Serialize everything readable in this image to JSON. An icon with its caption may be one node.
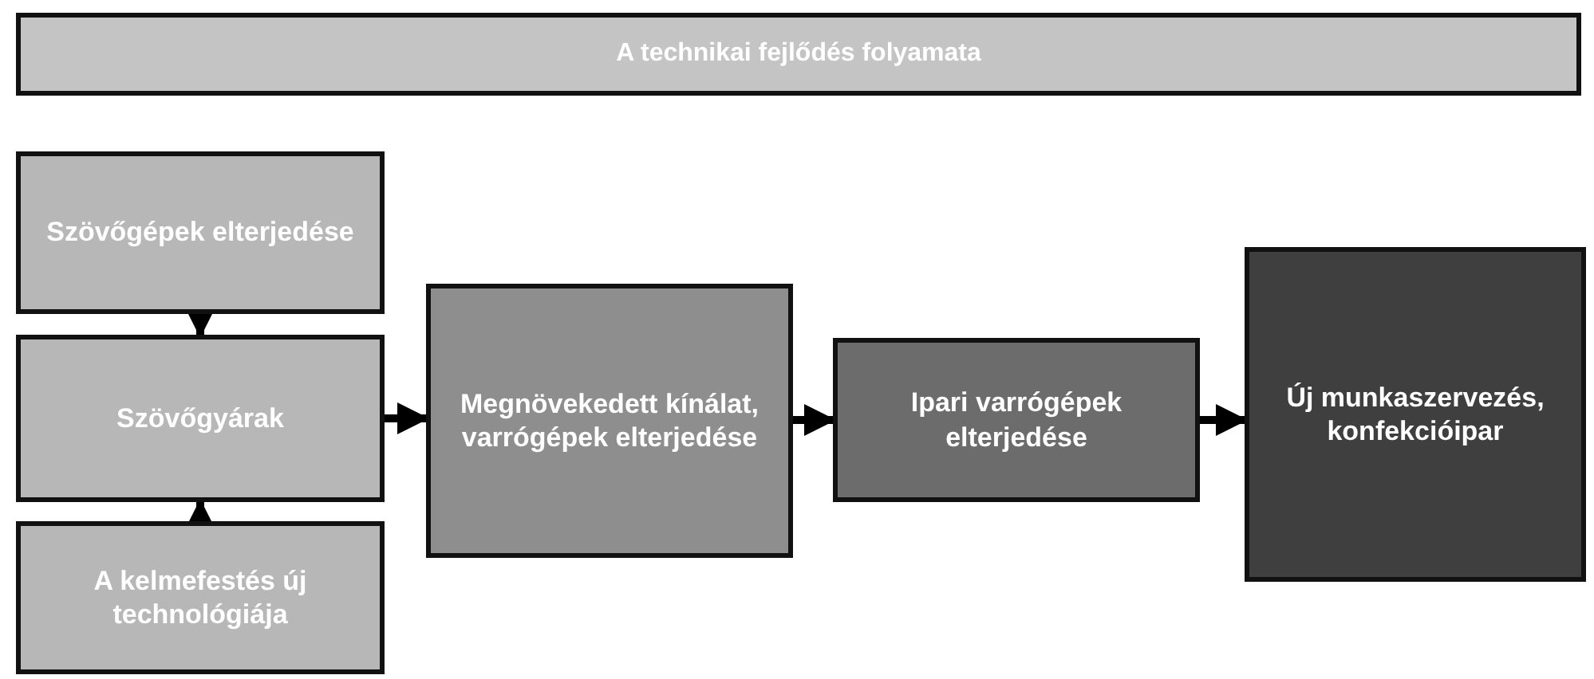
{
  "diagram": {
    "title": "A technikai fejlődés folyamata",
    "nodes": [
      {
        "text": [
          "Szövőgépek elterjedése"
        ]
      },
      {
        "text": [
          "Szövőgyárak"
        ]
      },
      {
        "text": [
          "A kelmefestés új technológiája"
        ]
      },
      {
        "text": [
          "Megnövekedett kínálat, varrógépek elterjedése"
        ]
      },
      {
        "text": [
          "Ipari varrógépek elterjedése"
        ]
      },
      {
        "text": [
          "Új munkaszervezés, konfekcióipar"
        ]
      }
    ],
    "edges": [
      {
        "from": 0,
        "to": 1,
        "arrow": "to"
      },
      {
        "from": 2,
        "to": 1,
        "arrow": "to"
      },
      {
        "from": 1,
        "to": 3,
        "arrow": "to"
      },
      {
        "from": 3,
        "to": 4,
        "arrow": "to"
      },
      {
        "from": 4,
        "to": 5,
        "arrow": "to"
      }
    ]
  }
}
